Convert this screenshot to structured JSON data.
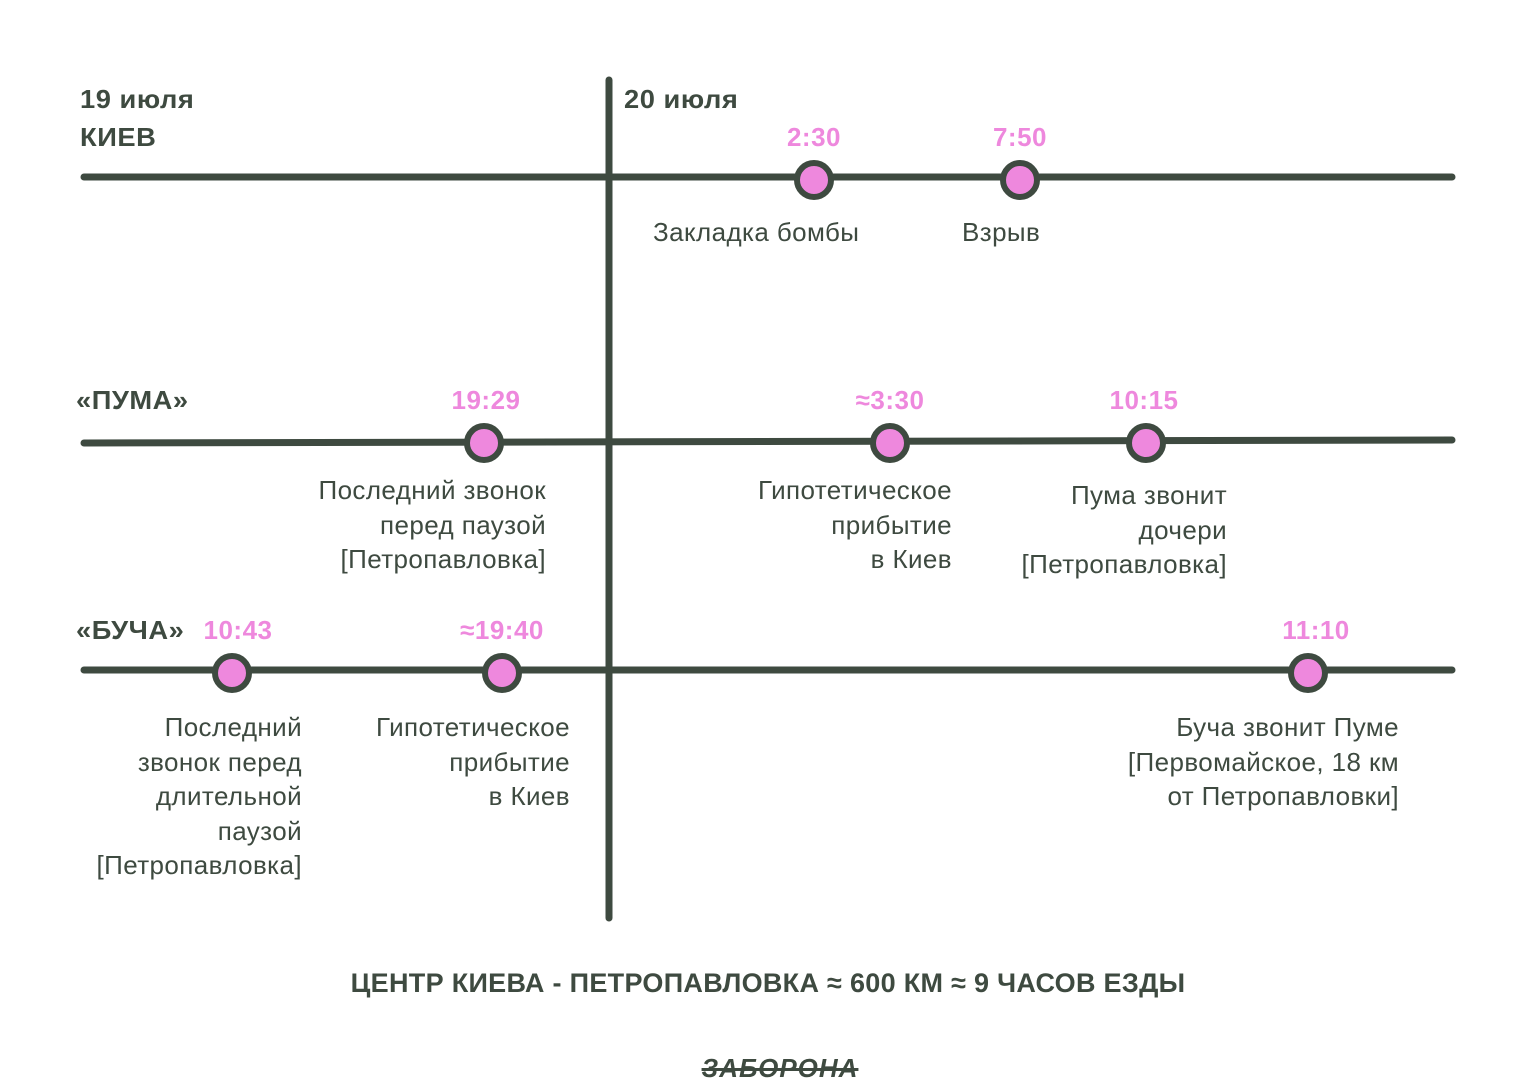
{
  "colors": {
    "line": "#3e4a40",
    "marker_fill": "#ee88dd",
    "time": "#ee88dd",
    "text": "#3e4a40"
  },
  "dates": {
    "left": "19 июля",
    "right": "20 июля"
  },
  "rows": [
    {
      "name": "КИЕВ",
      "events": [
        {
          "time": "2:30",
          "caption": "Закладка бомбы"
        },
        {
          "time": "7:50",
          "caption": "Взрыв"
        }
      ]
    },
    {
      "name": "«ПУМА»",
      "events": [
        {
          "time": "19:29",
          "caption": "Последний звонок\nперед паузой\n[Петропавловка]"
        },
        {
          "time": "≈3:30",
          "caption": "Гипотетическое\nприбытие\nв Киев"
        },
        {
          "time": "10:15",
          "caption": "Пума звонит\nдочери\n[Петропавловка]"
        }
      ]
    },
    {
      "name": "«БУЧА»",
      "events": [
        {
          "time": "10:43",
          "caption": "Последний\nзвонок перед\nдлительной\nпаузой\n[Петропавловка]"
        },
        {
          "time": "≈19:40",
          "caption": "Гипотетическое\nприбытие\nв Киев"
        },
        {
          "time": "11:10",
          "caption": "Буча звонит Пуме\n[Первомайское, 18 км\nот Петропавловки]"
        }
      ]
    }
  ],
  "footer": "ЦЕНТР КИЕВА - ПЕТРОПАВЛОВКА ≈ 600 КМ ≈ 9 ЧАСОВ ЕЗДЫ",
  "logo": "ЗАБОРОНА"
}
